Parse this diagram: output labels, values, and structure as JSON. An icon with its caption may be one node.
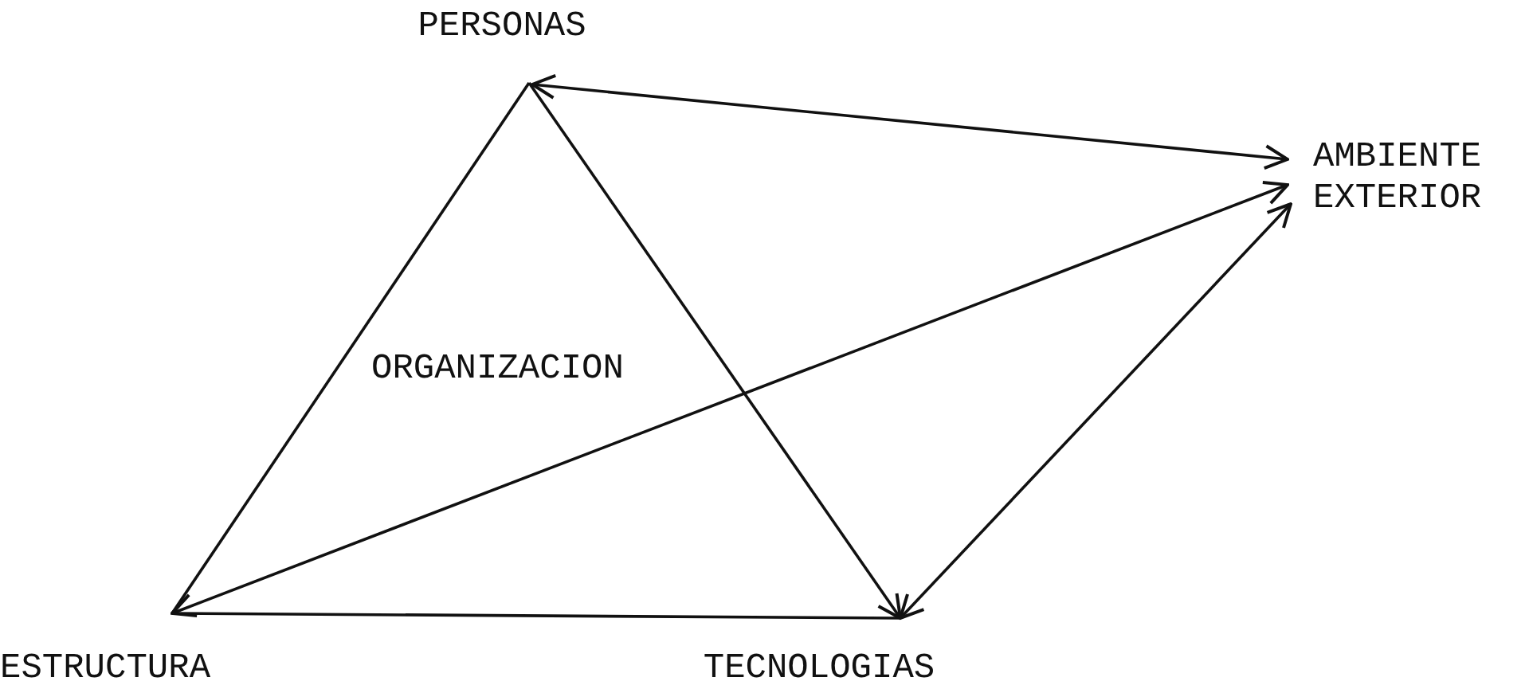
{
  "diagram": {
    "nodes": [
      {
        "text": [
          "PERSONAS"
        ]
      },
      {
        "text": [
          "AMBIENTE EXTERIOR"
        ]
      },
      {
        "text": [
          "ESTRUCTURA"
        ]
      },
      {
        "text": [
          "TECNOLOGIAS"
        ]
      }
    ],
    "edges": [
      {
        "from": 0,
        "to": 1,
        "arrow": "both"
      },
      {
        "from": 2,
        "to": 1,
        "arrow": "both"
      },
      {
        "from": 3,
        "to": 1,
        "arrow": "both"
      },
      {
        "from": 0,
        "to": 3,
        "arrow": "to"
      },
      {
        "from": 0,
        "to": 2,
        "arrow": "none"
      },
      {
        "from": 2,
        "to": 3,
        "arrow": "none"
      }
    ],
    "labels": [
      "ORGANIZACION"
    ]
  }
}
